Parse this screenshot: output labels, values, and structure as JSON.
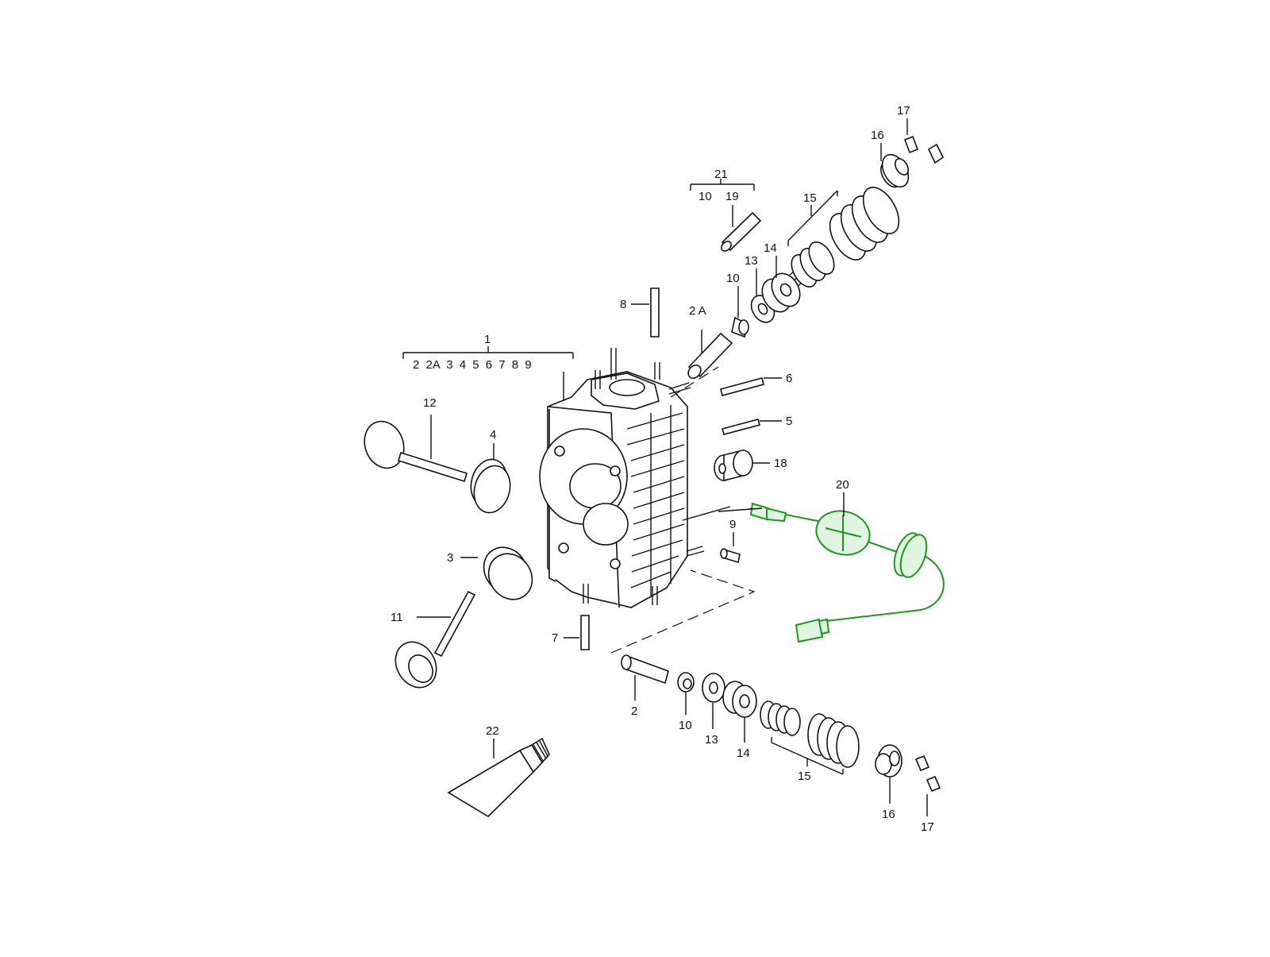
{
  "diagram": {
    "labels": {
      "l1": "1",
      "l1_sub": "2 2A 3 4 5 6 7 8 9",
      "l2": "2",
      "l2A": "2 A",
      "l3": "3",
      "l4": "4",
      "l5": "5",
      "l6": "6",
      "l7": "7",
      "l8": "8",
      "l9": "9",
      "l10_top": "10",
      "l10_bottom": "10",
      "l11": "11",
      "l12": "12",
      "l13_top": "13",
      "l13_bottom": "13",
      "l14_top": "14",
      "l14_bottom": "14",
      "l15_top": "15",
      "l15_bottom": "15",
      "l16_top": "16",
      "l16_bottom": "16",
      "l17_top": "17",
      "l17_bottom": "17",
      "l18": "18",
      "l19": "19",
      "l20": "20",
      "l21": "21",
      "l21_sub10": "10",
      "l22": "22"
    },
    "highlight_color": "#1a9a1a"
  }
}
